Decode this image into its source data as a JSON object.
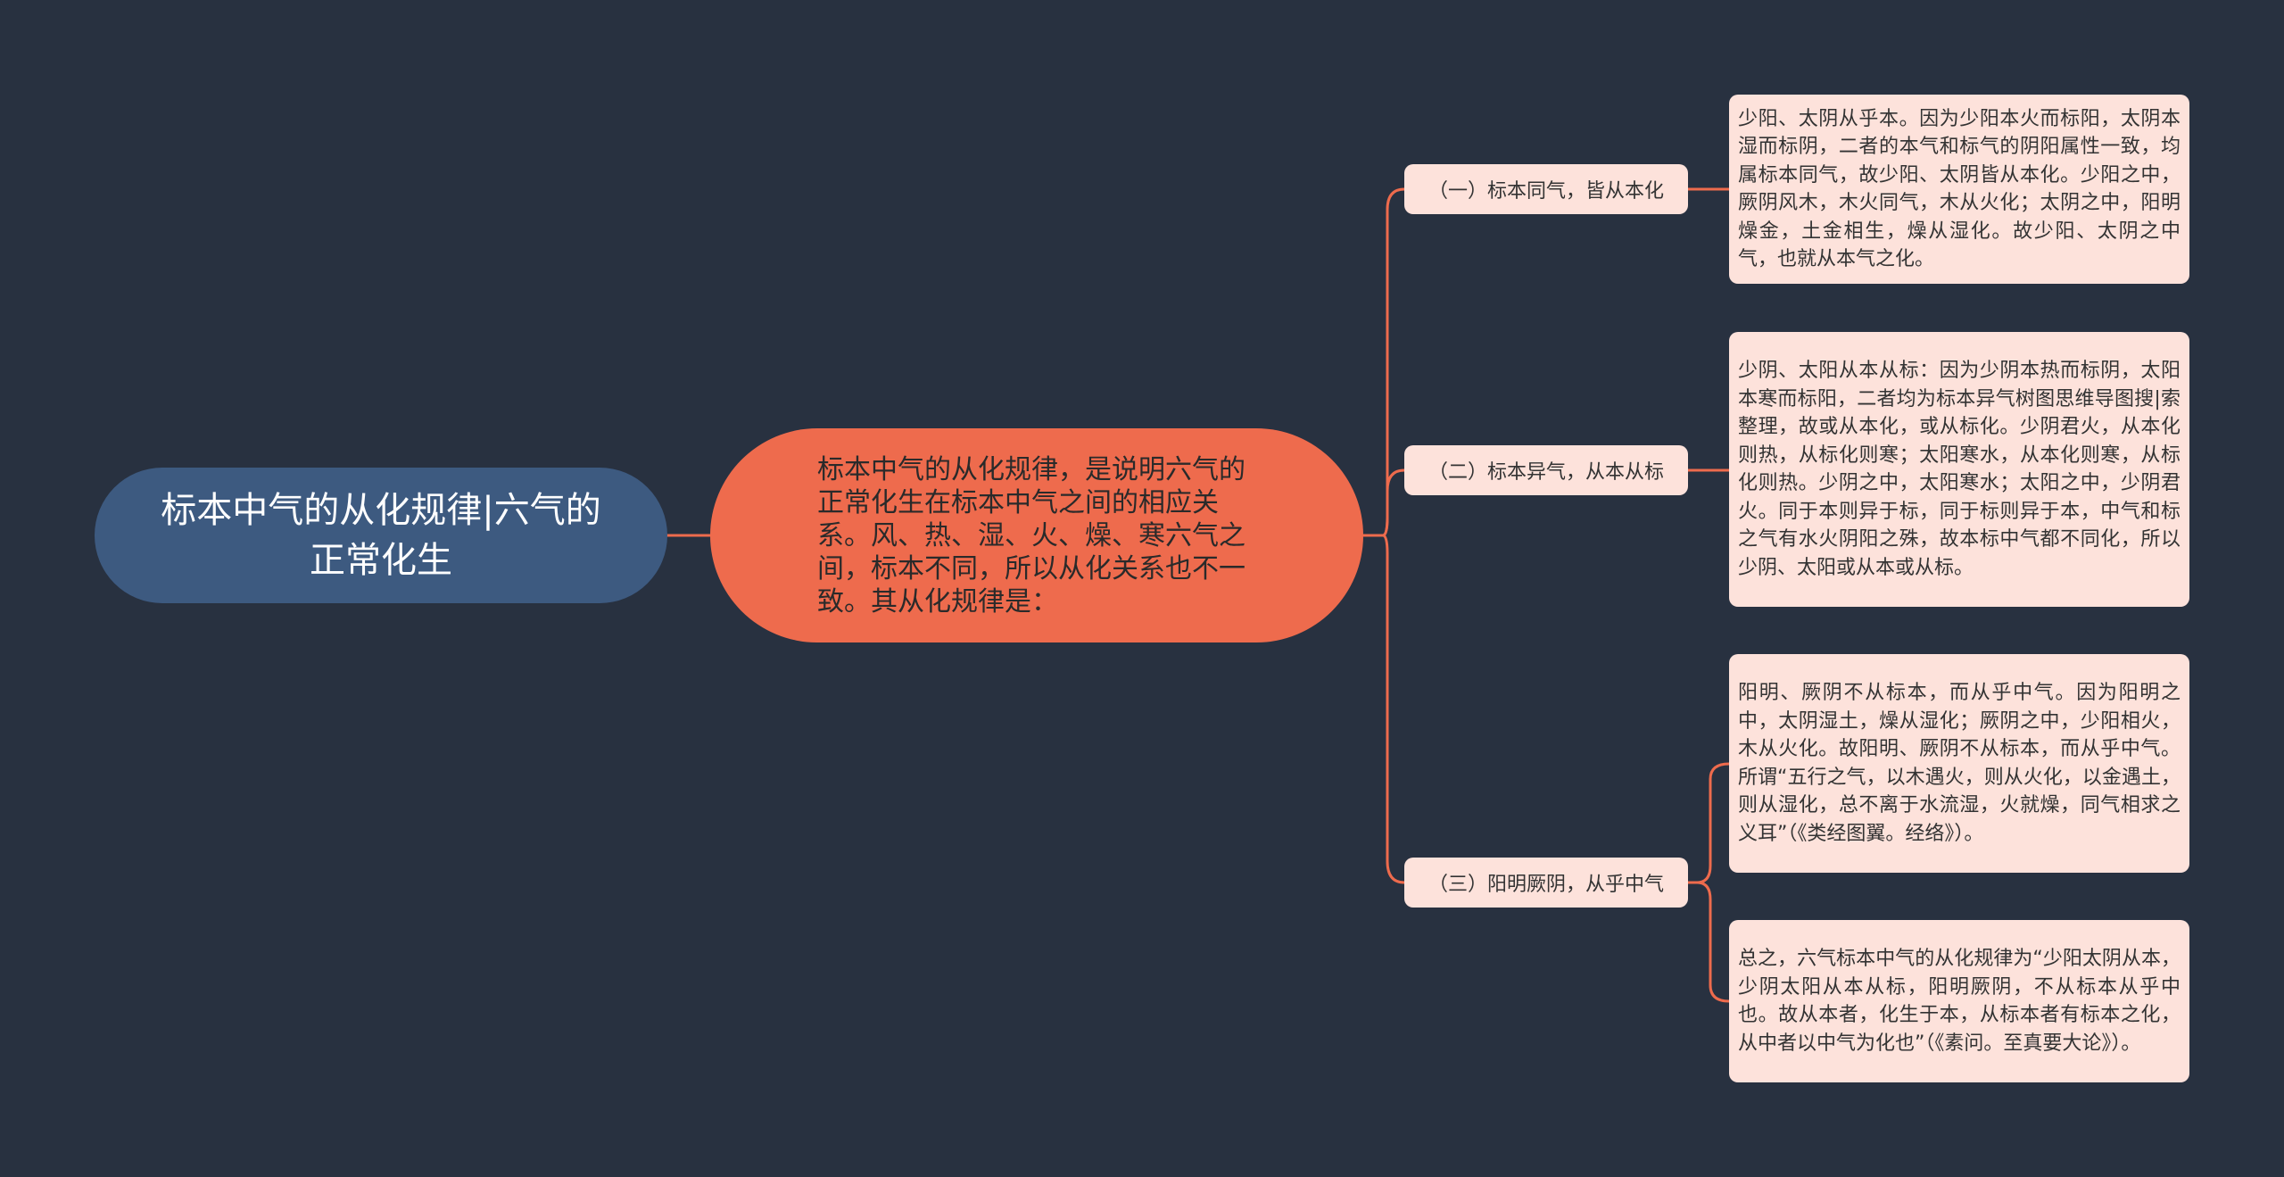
{
  "colors": {
    "background": "#283140",
    "root_fill": "#3d5a80",
    "center_fill": "#ee6b4d",
    "node_fill": "#fde2db",
    "connector": "#ee6b4d"
  },
  "mindmap": {
    "root": {
      "text": "标本中气的从化规律|六气的正常化生"
    },
    "center": {
      "text": "标本中气的从化规律，是说明六气的正常化生在标本中气之间的相应关系。风、热、湿、火、燥、寒六气之间，标本不同，所以从化关系也不一致。其从化规律是："
    },
    "branches": [
      {
        "label": "（一）标本同气，皆从本化",
        "details": [
          "少阳、太阴从乎本。因为少阳本火而标阳，太阴本湿而标阴，二者的本气和标气的阴阳属性一致，均属标本同气，故少阳、太阴皆从本化。少阳之中，厥阴风木，木火同气，木从火化；太阴之中，阳明燥金，土金相生，燥从湿化。故少阳、太阴之中气，也就从本气之化。"
        ]
      },
      {
        "label": "（二）标本异气，从本从标",
        "details": [
          "少阴、太阳从本从标：因为少阴本热而标阴，太阳本寒而标阳，二者均为标本异气树图思维导图搜|索整理，故或从本化，或从标化。少阴君火，从本化则热，从标化则寒；太阳寒水，从本化则寒，从标化则热。少阴之中，太阳寒水；太阳之中，少阴君火。同于本则异于标，同于标则异于本，中气和标之气有水火阴阳之殊，故本标中气都不同化，所以少阴、太阳或从本或从标。"
        ]
      },
      {
        "label": "（三）阳明厥阴，从乎中气",
        "details": [
          "阳明、厥阴不从标本，而从乎中气。因为阳明之中，太阴湿土，燥从湿化；厥阴之中，少阳相火，木从火化。故阳明、厥阴不从标本，而从乎中气。所谓“五行之气，以木遇火，则从火化，以金遇土，则从湿化，总不离于水流湿，火就燥，同气相求之义耳”（《类经图翼。经络》）。",
          "总之，六气标本中气的从化规律为“少阳太阴从本，少阴太阳从本从标，阳明厥阴，不从标本从乎中也。故从本者，化生于本，从标本者有标本之化，从中者以中气为化也”（《素问。至真要大论》）。"
        ]
      }
    ]
  }
}
